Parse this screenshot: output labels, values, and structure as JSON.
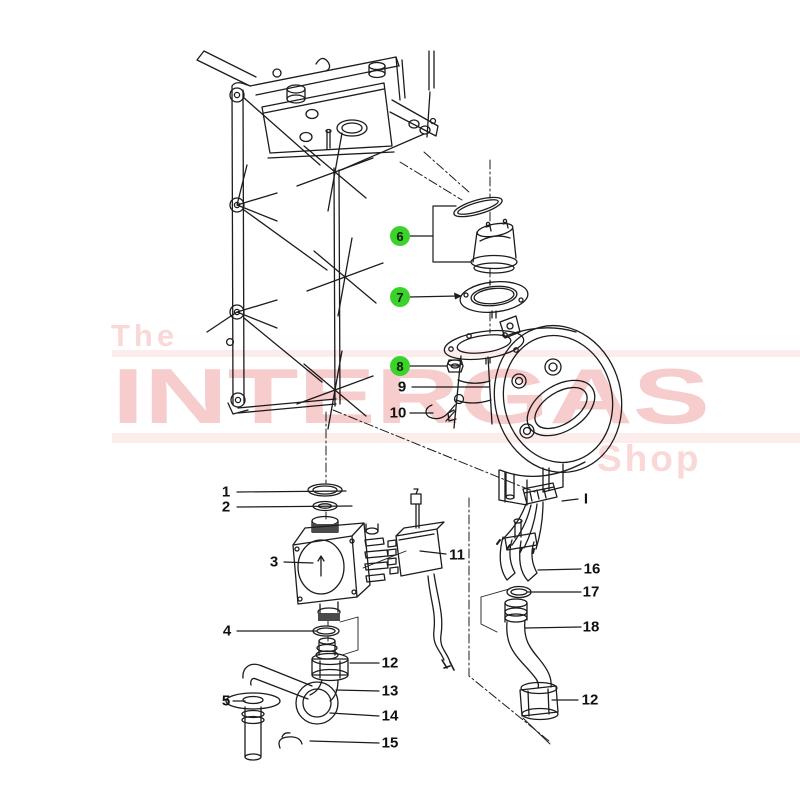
{
  "watermark": {
    "word_top": "The",
    "word_main": "INTERGAS",
    "word_bottom": "Shop",
    "text_color": "#f6cccc",
    "small_word_color": "#fad8d8",
    "band_color": "#fdecec"
  },
  "highlight": {
    "color": "#3bd22b"
  },
  "callouts": [
    {
      "label": "1",
      "highlighted": false
    },
    {
      "label": "2",
      "highlighted": false
    },
    {
      "label": "3",
      "highlighted": false
    },
    {
      "label": "4",
      "highlighted": false
    },
    {
      "label": "5",
      "highlighted": false
    },
    {
      "label": "6",
      "highlighted": true
    },
    {
      "label": "7",
      "highlighted": true
    },
    {
      "label": "8",
      "highlighted": true
    },
    {
      "label": "9",
      "highlighted": false
    },
    {
      "label": "10",
      "highlighted": false
    },
    {
      "label": "11",
      "highlighted": false
    },
    {
      "label": "12",
      "highlighted": false
    },
    {
      "label": "13",
      "highlighted": false
    },
    {
      "label": "14",
      "highlighted": false
    },
    {
      "label": "15",
      "highlighted": false
    },
    {
      "label": "I",
      "highlighted": false
    },
    {
      "label": "16",
      "highlighted": false
    },
    {
      "label": "17",
      "highlighted": false
    },
    {
      "label": "18",
      "highlighted": false
    },
    {
      "label": "12",
      "highlighted": false
    }
  ]
}
